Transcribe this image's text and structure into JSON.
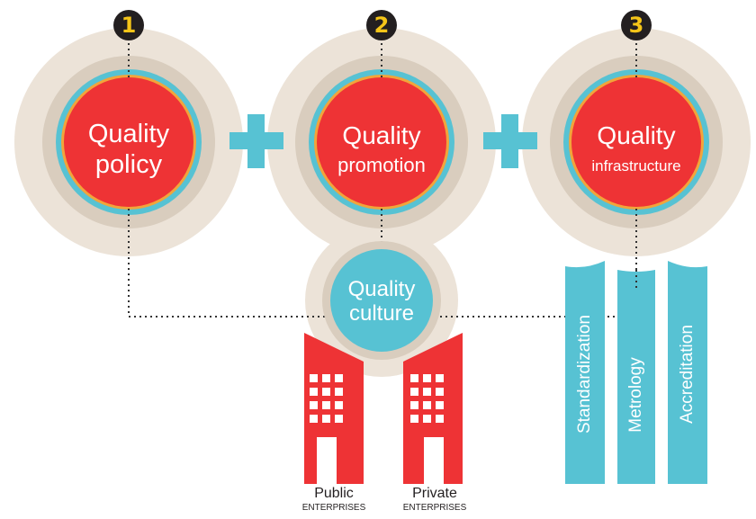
{
  "pillars": [
    {
      "number": "1",
      "title": "Quality",
      "subtitle": "policy"
    },
    {
      "number": "2",
      "title": "Quality",
      "subtitle": "promotion"
    },
    {
      "number": "3",
      "title": "Quality",
      "subtitle": "infrastructure"
    }
  ],
  "center": {
    "line1": "Quality",
    "line2": "culture"
  },
  "enterprises": [
    {
      "label": "Public",
      "sublabel": "ENTERPRISES"
    },
    {
      "label": "Private",
      "sublabel": "ENTERPRISES"
    }
  ],
  "infrastructure_components": [
    "Standardization",
    "Metrology",
    "Accreditation"
  ],
  "colors": {
    "outer_ring": "#ece3d8",
    "inner_ring": "#d9cdbe",
    "core_red": "#ee3335",
    "accent_blue": "#57c2d3",
    "badge_dark": "#231f20",
    "badge_number": "#f5c518",
    "dotted_line": "#333333"
  }
}
